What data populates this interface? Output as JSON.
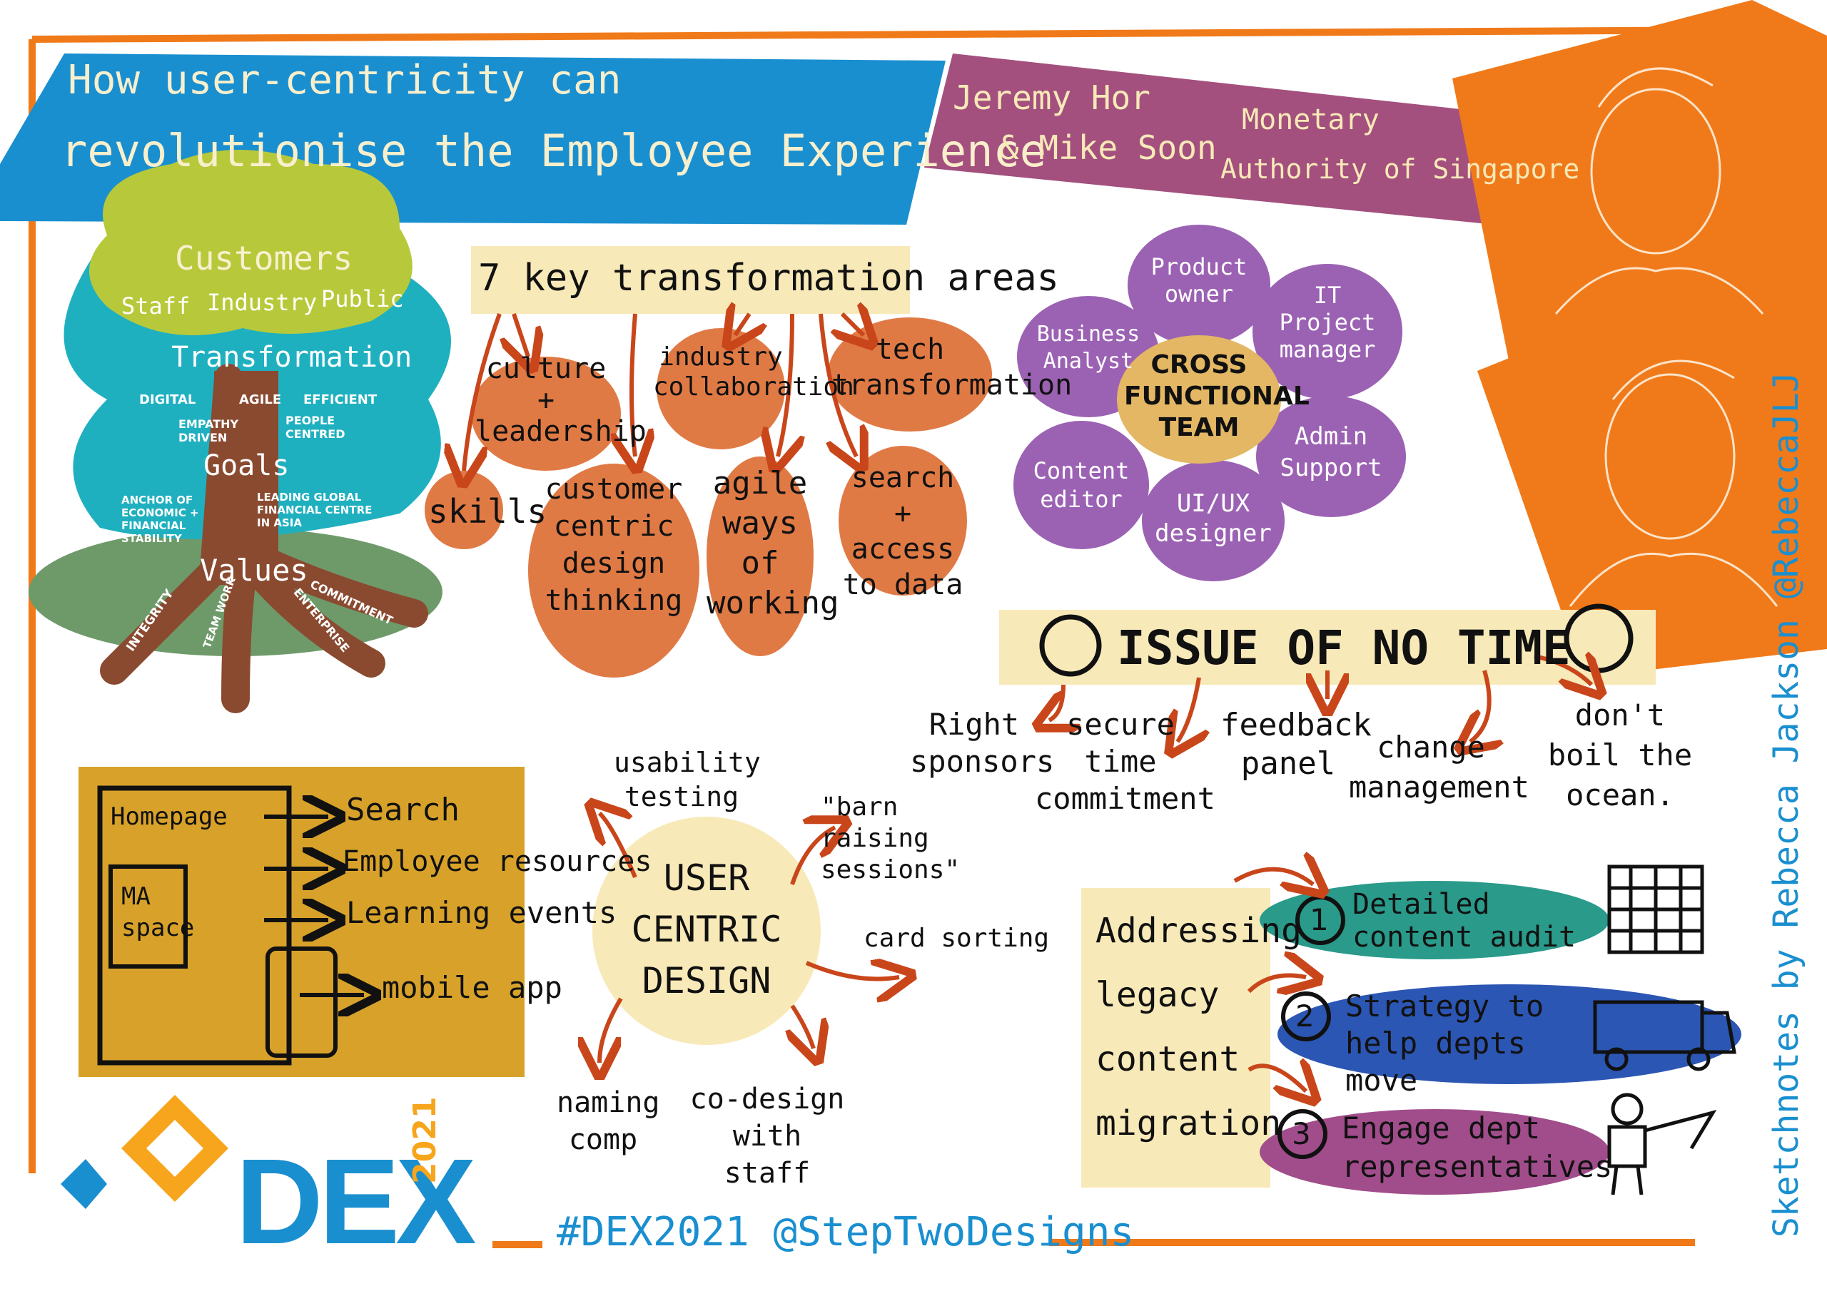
{
  "title": {
    "line1": "How user-centricity can",
    "line2": "revolutionise the Employee Experience"
  },
  "speakers": {
    "names_line1": "Jeremy Hor",
    "names_line2": "& Mike Soon",
    "org_line1": "Monetary",
    "org_line2": "Authority of Singapore"
  },
  "tree": {
    "customers": "Customers",
    "staff": "Staff",
    "industry": "Industry",
    "public": "Public",
    "transformation": "Transformation",
    "digital": "DIGITAL",
    "agile": "AGILE",
    "efficient": "EFFICIENT",
    "empathy": "EMPATHY DRIVEN",
    "people": "PEOPLE CENTRED",
    "goals": "Goals",
    "anchor": "ANCHOR OF ECONOMIC + FINANCIAL STABILITY",
    "leading": "LEADING GLOBAL FINANCIAL CENTRE IN ASIA",
    "values": "Values",
    "integrity": "INTEGRITY",
    "teamwork": "TEAM WORK",
    "enterprise": "ENTERPRISE",
    "commitment": "COMMITMENT"
  },
  "areas": {
    "header": "7 key transformation areas",
    "culture": "culture + leadership",
    "industry": "industry collaboration",
    "tech": "tech transformation",
    "skills": "skills",
    "customer": "customer centric design thinking",
    "agile": "agile ways of working",
    "search": "search + access to data"
  },
  "team": {
    "center": "CROSS FUNCTIONAL TEAM",
    "product_owner": "Product owner",
    "it_pm": "IT Project manager",
    "business_analyst": "Business Analyst",
    "admin_support": "Admin Support",
    "content_editor": "Content editor",
    "ui_ux": "UI/UX designer"
  },
  "issue": {
    "header": "ISSUE OF NO TIME",
    "items": [
      "Right sponsors",
      "secure time commitment",
      "feedback panel",
      "change management",
      "don't boil the ocean."
    ]
  },
  "homepage": {
    "label": "Homepage",
    "ma_space": "MA space",
    "items": [
      "Search",
      "Employee resources",
      "Learning events",
      "mobile app"
    ]
  },
  "ucd": {
    "center": "USER CENTRIC DESIGN",
    "usability": "usability testing",
    "barn": "\"barn raising sessions\"",
    "card": "card sorting",
    "naming": "naming comp",
    "codesign": "co-design with staff"
  },
  "legacy": {
    "label": "Addressing legacy content migration",
    "items": [
      {
        "num": "1",
        "text": "Detailed content audit"
      },
      {
        "num": "2",
        "text": "Strategy to help depts move"
      },
      {
        "num": "3",
        "text": "Engage dept representatives"
      }
    ]
  },
  "footer": {
    "logo_text": "DEX",
    "logo_year": "2021",
    "hashtag": "#DEX2021 @StepTwoDesigns",
    "credit": "Sketchnotes by Rebecca Jackson @RebeccaJLJ"
  },
  "colors": {
    "title_blue": "#1a8fd0",
    "speaker_purple": "#a3507e",
    "orange": "#f07a1a",
    "bubble_orange": "#e07a45",
    "purple_petal": "#9b62b3",
    "cream": "#f8e9b8",
    "mustard": "#d8a22a",
    "teal": "#2a9a8a",
    "navy": "#2c56b3",
    "magenta": "#a14d8b",
    "tree_green": "#b7c93a",
    "tree_teal": "#1fb0c0",
    "trunk": "#8a4a30"
  }
}
